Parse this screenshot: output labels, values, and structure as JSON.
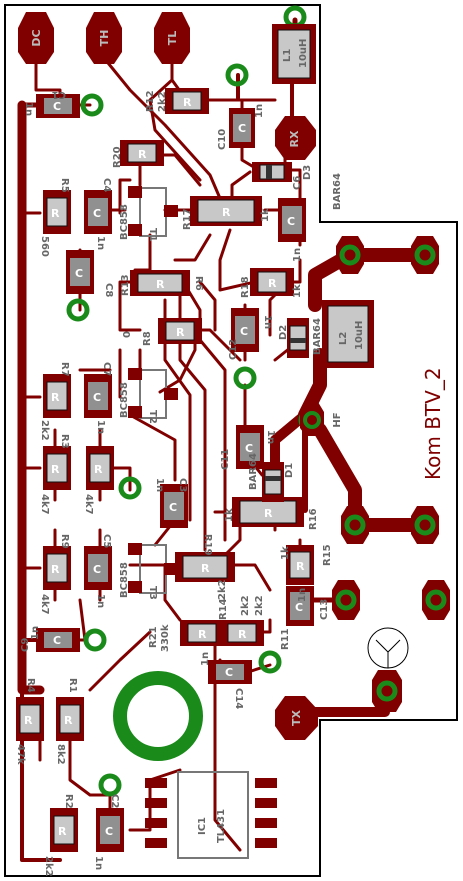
{
  "board": {
    "title": "Kom BTV_2"
  },
  "pad_labels": {
    "dc": "DC",
    "th": "TH",
    "tl": "TL",
    "rx": "RX",
    "tx": "TX",
    "hf": "HF"
  },
  "components": {
    "c1": "C1",
    "c1_val": "1n",
    "c2": "C2",
    "c2_val": "1n",
    "c3": "C3",
    "c3_val": "1n",
    "c4": "C4",
    "c4_val": "1n",
    "c5": "C5",
    "c5_val": "1n",
    "c6": "C6",
    "c6_val": "1n",
    "c7": "C7",
    "c7_val": "1n",
    "c8": "C8",
    "c8_val": "1n",
    "c9": "C9",
    "c9_val": "1n",
    "c10": "C10",
    "c10_val": "1n",
    "c11": "C11",
    "c11_val": "1n",
    "c12": "C12",
    "c12_val": "1n",
    "c13": "C13",
    "c13_val": "1n",
    "c14": "C14",
    "c14_val": "1n",
    "r1": "R1",
    "r1_val": "8k2",
    "r2": "R2",
    "r2_val": "2k2",
    "r3": "R3",
    "r3_val": "4k7",
    "r4": "R4",
    "r4_val": "47k",
    "r5": "R5",
    "r5_val": "560",
    "r6": "R6",
    "r6_val": "4k7",
    "r7": "R7",
    "r7_val": "2k2",
    "r8": "R8",
    "r8_val": "4k7",
    "r9": "R9",
    "r9_val": "4k7",
    "r10": "R10",
    "r10_val": "1k",
    "r11": "R11",
    "r11_val": "2k2",
    "r12": "R12",
    "r12_val": "2k2",
    "r13": "R13",
    "r13_val": "4k7",
    "r14": "R14",
    "r14_val": "2k2",
    "r15": "R15",
    "r15_val": "1k",
    "r16": "R16",
    "r16_val": "1k",
    "r17": "R17",
    "r17_val": "1k",
    "r18": "R18",
    "r18_val": "1k",
    "r19": "R19",
    "r19_val": "2k2",
    "r20": "R20",
    "r20_val": "0",
    "r21": "R21",
    "r21_val": "330k",
    "t1": "T1",
    "t1_type": "BC858",
    "t2": "T2",
    "t2_type": "BC858",
    "t3": "T3",
    "t3_type": "BC858",
    "d1": "D1",
    "d1_type": "BAR64",
    "d2": "D2",
    "d2_type": "BAR64",
    "d3": "D3",
    "d3_type": "BAR64",
    "l1": "L1",
    "l1_val": "10uH",
    "l2": "L2",
    "l2_val": "10uH",
    "ic1": "IC1",
    "ic1_type": "TL431",
    "chip_r": "R",
    "chip_c": "C"
  }
}
